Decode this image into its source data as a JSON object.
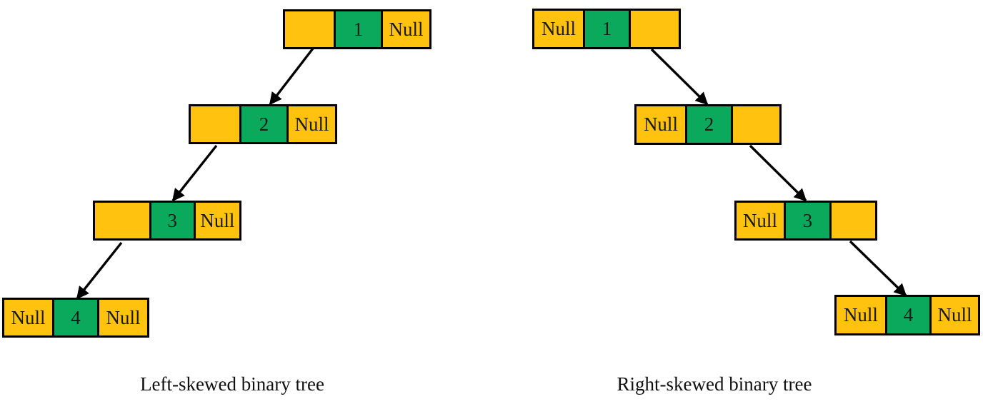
{
  "figure": {
    "title": "",
    "type": "linked-node binary tree diagram",
    "background_color": "#FFFFFF",
    "colors": {
      "pointer_cell": "#FFC20E",
      "value_cell": "#0AA95C",
      "border": "#000000",
      "text": "#111111",
      "arrow": "#000000"
    },
    "null_label": "Null"
  },
  "diagrams": [
    {
      "id": "left-skewed",
      "caption": "Left-skewed binary tree",
      "nodes": [
        {
          "id": "L1",
          "level": 1,
          "left_label": "",
          "value": "1",
          "right_label": "Null"
        },
        {
          "id": "L2",
          "level": 2,
          "left_label": "",
          "value": "2",
          "right_label": "Null"
        },
        {
          "id": "L3",
          "level": 3,
          "left_label": "",
          "value": "3",
          "right_label": "Null"
        },
        {
          "id": "L4",
          "level": 4,
          "left_label": "Null",
          "value": "4",
          "right_label": "Null"
        }
      ],
      "edges": [
        {
          "from": "L1",
          "to": "L2",
          "direction": "down-left"
        },
        {
          "from": "L2",
          "to": "L3",
          "direction": "down-left"
        },
        {
          "from": "L3",
          "to": "L4",
          "direction": "down-left"
        }
      ]
    },
    {
      "id": "right-skewed",
      "caption": "Right-skewed binary tree",
      "nodes": [
        {
          "id": "R1",
          "level": 1,
          "left_label": "Null",
          "value": "1",
          "right_label": ""
        },
        {
          "id": "R2",
          "level": 2,
          "left_label": "Null",
          "value": "2",
          "right_label": ""
        },
        {
          "id": "R3",
          "level": 3,
          "left_label": "Null",
          "value": "3",
          "right_label": ""
        },
        {
          "id": "R4",
          "level": 4,
          "left_label": "Null",
          "value": "4",
          "right_label": "Null"
        }
      ],
      "edges": [
        {
          "from": "R1",
          "to": "R2",
          "direction": "down-right"
        },
        {
          "from": "R2",
          "to": "R3",
          "direction": "down-right"
        },
        {
          "from": "R3",
          "to": "R4",
          "direction": "down-right"
        }
      ]
    }
  ]
}
